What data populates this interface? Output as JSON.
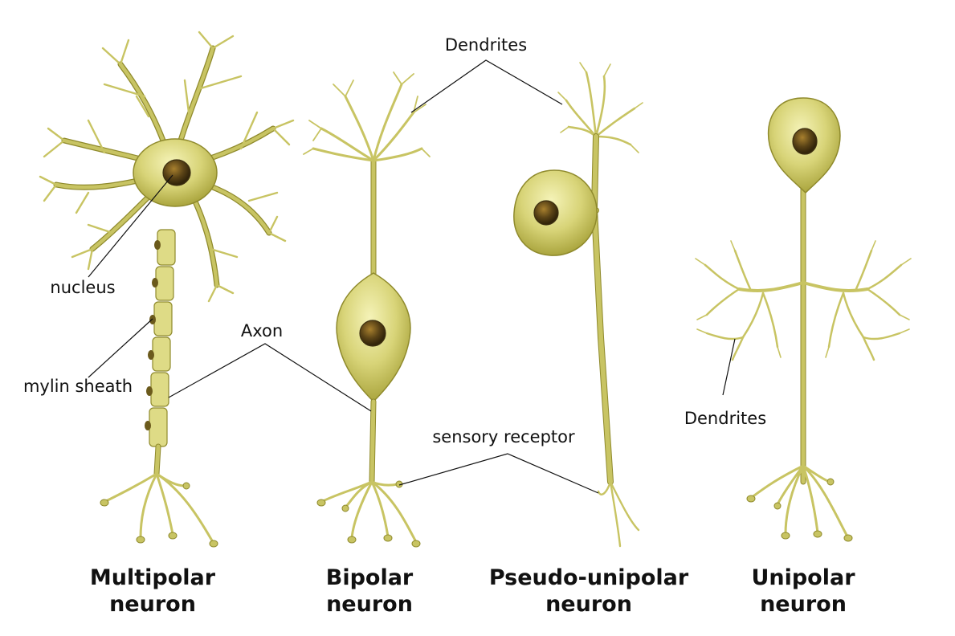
{
  "colors": {
    "soma_light": "#f1eeaa",
    "soma_dark": "#b9b44c",
    "fiber": "#c8c463",
    "outline": "#8f8a2c",
    "nucleus": "#5a4316"
  },
  "labels": {
    "dendrites_top": "Dendrites",
    "nucleus": "nucleus",
    "mylin_sheath": "mylin sheath",
    "axon": "Axon",
    "sensory_receptor": "sensory receptor",
    "dendrites_right": "Dendrites"
  },
  "neurons": [
    {
      "line1": "Multipolar",
      "line2": "neuron"
    },
    {
      "line1": "Bipolar",
      "line2": "neuron"
    },
    {
      "line1": "Pseudo-unipolar",
      "line2": "neuron"
    },
    {
      "line1": "Unipolar",
      "line2": "neuron"
    }
  ]
}
